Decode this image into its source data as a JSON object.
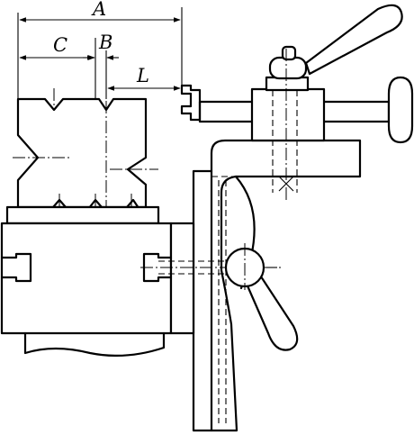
{
  "labels": {
    "a": "A",
    "b": "B",
    "c": "C",
    "l": "L"
  }
}
